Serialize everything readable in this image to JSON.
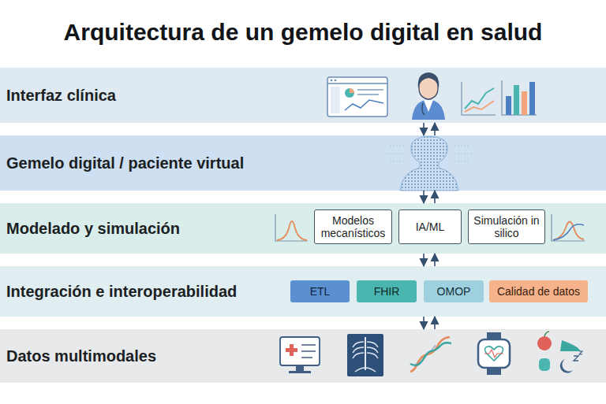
{
  "diagram": {
    "title": "Arquitectura de un gemelo digital en salud",
    "nodes": [
      {
        "text": [
          "Interfaz clínica"
        ]
      },
      {
        "text": [
          "Gemelo digital / paciente virtual"
        ]
      },
      {
        "text": [
          "Modelado y simulación"
        ]
      },
      {
        "text": [
          "Modelos mecanísticos"
        ],
        "in": 2
      },
      {
        "text": [
          "IA/ML"
        ],
        "in": 2
      },
      {
        "text": [
          "Simulación in silico"
        ],
        "in": 2
      },
      {
        "text": [
          "Integración e interoperabilidad"
        ]
      },
      {
        "text": [
          "ETL"
        ],
        "in": 6
      },
      {
        "text": [
          "FHIR"
        ],
        "in": 6
      },
      {
        "text": [
          "OMOP"
        ],
        "in": 6
      },
      {
        "text": [
          "Calidad de datos"
        ],
        "in": 6
      },
      {
        "text": [
          "Datos multimodales"
        ]
      }
    ],
    "edges": [
      {
        "from": 0,
        "to": 1,
        "arrow": "to"
      },
      {
        "from": 1,
        "to": 0,
        "arrow": "to"
      },
      {
        "from": 1,
        "to": 2,
        "arrow": "to"
      },
      {
        "from": 2,
        "to": 1,
        "arrow": "to"
      },
      {
        "from": 2,
        "to": 6,
        "arrow": "to"
      },
      {
        "from": 6,
        "to": 2,
        "arrow": "to"
      },
      {
        "from": 6,
        "to": 11,
        "arrow": "to"
      },
      {
        "from": 11,
        "to": 6,
        "arrow": "to"
      }
    ]
  }
}
